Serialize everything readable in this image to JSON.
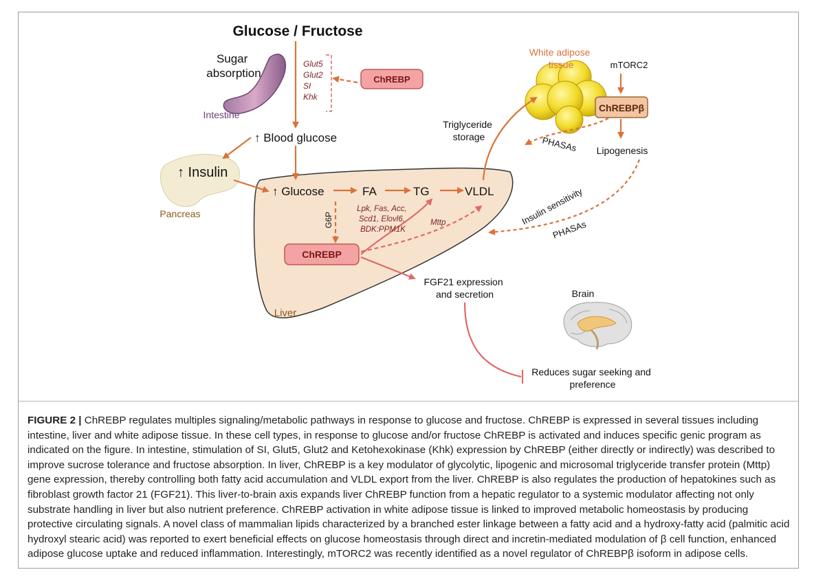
{
  "diagram": {
    "title": "Glucose / Fructose",
    "sugar_absorption": [
      "Sugar",
      "absorption"
    ],
    "intestine": "Intestine",
    "intestine_genes": [
      "Glut5",
      "Glut2",
      "SI",
      "Khk"
    ],
    "chrebp": "ChREBP",
    "blood_glucose": "↑ Blood glucose",
    "insulin": "↑ Insulin",
    "pancreas": "Pancreas",
    "glucose": "↑ Glucose",
    "fa": "FA",
    "tg": "TG",
    "vldl": "VLDL",
    "g6p": "G6P",
    "liver_genes": [
      "Lpk, Fas, Acc,",
      "Scd1, Elovl6,",
      "BDK:PPM1K"
    ],
    "mttp": "Mttp",
    "liver": "Liver",
    "triglyceride_storage": [
      "Triglyceride",
      "storage"
    ],
    "white_adipose": [
      "White adipose",
      "tissue"
    ],
    "mtorc2": "mTORC2",
    "chrebp_beta": "ChREBPβ",
    "lipogenesis": "Lipogenesis",
    "phasas": "PHASAs",
    "insulin_sensitivity": "Insulin sensitivity",
    "fgf21": [
      "FGF21 expression",
      "and secretion"
    ],
    "brain": "Brain",
    "reduces": [
      "Reduces sugar seeking and",
      "preference"
    ]
  },
  "caption": {
    "label": "FIGURE 2 |",
    "text": " ChREBP regulates multiples signaling/metabolic pathways in response to glucose and fructose. ChREBP is expressed in several tissues including intestine, liver and white adipose tissue. In these cell types, in response to glucose and/or fructose ChREBP is activated and induces specific genic program as indicated on the figure. In intestine, stimulation of SI, Glut5, Glut2 and Ketohexokinase (Khk) expression by ChREBP (either directly or indirectly) was described to improve sucrose tolerance and fructose absorption. In liver, ChREBP is a key modulator of glycolytic, lipogenic and microsomal triglyceride transfer protein (Mttp) gene expression, thereby controlling both fatty acid accumulation and VLDL export from the liver. ChREBP is also regulates the production of hepatokines such as fibroblast growth factor 21 (FGF21). This liver-to-brain axis expands liver ChREBP function from a hepatic regulator to a systemic modulator affecting not only substrate handling in liver but also nutrient preference. ChREBP activation in white adipose tissue is linked to improved metabolic homeostasis by producing protective circulating signals. A novel class of mammalian lipids characterized by a branched ester linkage between a fatty acid and a hydroxy-fatty acid (palmitic acid hydroxyl stearic acid) was reported to exert beneficial effects on glucose homeostasis through direct and incretin-mediated modulation of β cell function, enhanced adipose glucose uptake and reduced inflammation. Interestingly, mTORC2 was recently identified as a novel regulator of ChREBPβ isoform in adipose cells."
  }
}
